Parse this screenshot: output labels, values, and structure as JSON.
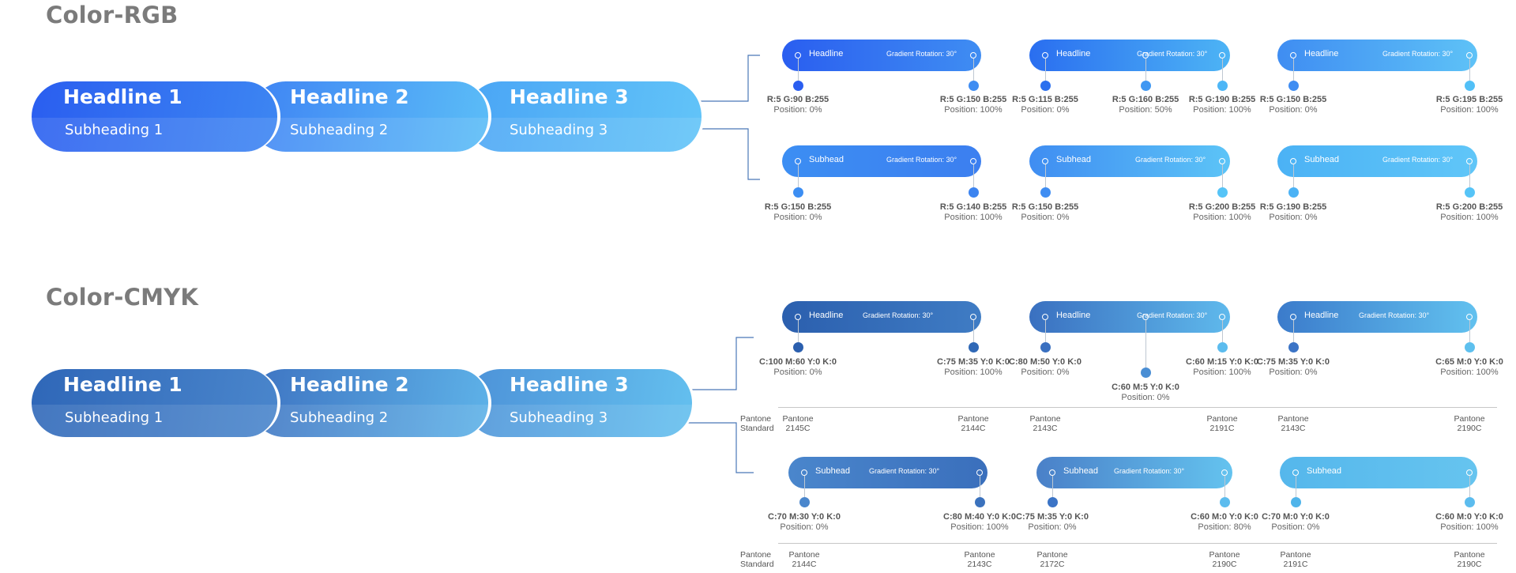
{
  "sections": {
    "rgb_title": "Color-RGB",
    "cmyk_title": "Color-CMYK"
  },
  "rgb_banner": {
    "segments": [
      {
        "headline": "Headline 1",
        "subheading": "Subheading 1",
        "from": "#2a5ef0",
        "to": "#3d86f2"
      },
      {
        "headline": "Headline 2",
        "subheading": "Subheading 2",
        "from": "#3f84f4",
        "to": "#5bbdf7"
      },
      {
        "headline": "Headline 3",
        "subheading": "Subheading 3",
        "from": "#4aa5f5",
        "to": "#62c4f8"
      }
    ]
  },
  "cmyk_banner": {
    "segments": [
      {
        "headline": "Headline 1",
        "subheading": "Subheading 1",
        "from": "#2f67b8",
        "to": "#4a86cc"
      },
      {
        "headline": "Headline 2",
        "subheading": "Subheading 2",
        "from": "#3e74c2",
        "to": "#5eb2e8"
      },
      {
        "headline": "Headline 3",
        "subheading": "Subheading 3",
        "from": "#4d92d8",
        "to": "#64c0ef"
      }
    ]
  },
  "labels": {
    "headline": "Headline",
    "subhead": "Subhead",
    "gradient_rotation": "Gradient Rotation: 30°",
    "pantone_standard": "Pantone\nStandard"
  },
  "rgb_headline": [
    {
      "show_rot": true,
      "colors": [
        "#2a5ef0",
        "#3f8df2"
      ],
      "stops": [
        {
          "value": "R:5  G:90  B:255",
          "position": "Position: 0%",
          "color": "#2a5ef0"
        },
        {
          "value": "R:5  G:150  B:255",
          "position": "Position: 100%",
          "color": "#3f8df2"
        }
      ]
    },
    {
      "show_rot": true,
      "colors": [
        "#2a6ef0",
        "#4db4f5"
      ],
      "stops": [
        {
          "value": "R:5  G:115  B:255",
          "position": "Position: 0%",
          "color": "#2c70ee"
        },
        {
          "value": "R:5  G:160  B:255",
          "position": "Position: 50%",
          "color": "#3f97f2"
        },
        {
          "value": "R:5  G:190  B:255",
          "position": "Position: 100%",
          "color": "#4db6f6"
        }
      ]
    },
    {
      "show_rot": true,
      "colors": [
        "#3f8df2",
        "#5ec2f7"
      ],
      "stops": [
        {
          "value": "R:5  G:150  B:255",
          "position": "Position: 0%",
          "color": "#3f8df2"
        },
        {
          "value": "R:5  G:195  B:255",
          "position": "Position: 100%",
          "color": "#52c0f7"
        }
      ]
    }
  ],
  "rgb_subhead": [
    {
      "show_rot": true,
      "colors": [
        "#3c8ef3",
        "#3c7ff0"
      ],
      "stops": [
        {
          "value": "R:5  G:150  B:255",
          "position": "Position: 0%",
          "color": "#3c8ef3"
        },
        {
          "value": "R:5  G:140  B:255",
          "position": "Position: 100%",
          "color": "#3c84f0"
        }
      ]
    },
    {
      "show_rot": true,
      "colors": [
        "#3f8df2",
        "#5cc4f7"
      ],
      "stops": [
        {
          "value": "R:5  G:150  B:255",
          "position": "Position: 0%",
          "color": "#3f8df2"
        },
        {
          "value": "R:5  G:200  B:255",
          "position": "Position: 100%",
          "color": "#56c4f7"
        }
      ]
    },
    {
      "show_rot": true,
      "colors": [
        "#4bb2f5",
        "#60c6f8"
      ],
      "stops": [
        {
          "value": "R:5  G:190  B:255",
          "position": "Position: 0%",
          "color": "#4bb2f5"
        },
        {
          "value": "R:5  G:200  B:255",
          "position": "Position: 100%",
          "color": "#56c4f7"
        }
      ]
    }
  ],
  "cmyk_headline": [
    {
      "show_rot": true,
      "colors": [
        "#2b5fae",
        "#3f7cc4"
      ],
      "stops": [
        {
          "value": "C:100  M:60  Y:0  K:0",
          "position": "Position: 0%",
          "pantone": "Pantone\n2145C",
          "color": "#2b5fae"
        },
        {
          "value": "C:75  M:35  Y:0  K:0",
          "position": "Position: 100%",
          "pantone": "Pantone\n2144C",
          "color": "#2f68b6"
        }
      ]
    },
    {
      "show_rot": true,
      "colors": [
        "#3a70c0",
        "#5fb9ec"
      ],
      "stops": [
        {
          "value": "C:80  M:50  Y:0  K:0",
          "position": "Position: 0%",
          "pantone": "Pantone\n2143C",
          "color": "#3a70c0"
        },
        {
          "value": "C:60  M:5  Y:0  K:0",
          "position": "Position: 0%",
          "pantone": "",
          "color": "#4a8ed4"
        },
        {
          "value": "C:60  M:15  Y:0  K:0",
          "position": "Position: 100%",
          "pantone": "Pantone\n2191C",
          "color": "#5cbcee"
        }
      ]
    },
    {
      "show_rot": true,
      "colors": [
        "#3b7bcb",
        "#62c1ef"
      ],
      "stops": [
        {
          "value": "C:75  M:35  Y:0  K:0",
          "position": "Position: 0%",
          "pantone": "Pantone\n2143C",
          "color": "#3b74c6"
        },
        {
          "value": "C:65  M:0  Y:0  K:0",
          "position": "Position: 100%",
          "pantone": "Pantone\n2190C",
          "color": "#5ec0ee"
        }
      ]
    }
  ],
  "cmyk_subhead": [
    {
      "show_rot": true,
      "colors": [
        "#4a86cc",
        "#3a6fbc"
      ],
      "stops": [
        {
          "value": "C:70  M:30  Y:0  K:0",
          "position": "Position: 0%",
          "pantone": "Pantone\n2144C",
          "color": "#4a86cc"
        },
        {
          "value": "C:80  M:40  Y:0  K:0",
          "position": "Position: 100%",
          "pantone": "Pantone\n2143C",
          "color": "#3b72bd"
        }
      ]
    },
    {
      "show_rot": true,
      "colors": [
        "#4a80c8",
        "#64c3ef"
      ],
      "stops": [
        {
          "value": "C:75  M:35  Y:0  K:0",
          "position": "Position: 0%",
          "pantone": "Pantone\n2172C",
          "color": "#3b74c6"
        },
        {
          "value": "C:60  M:0  Y:0  K:0",
          "position": "Position: 80%",
          "pantone": "Pantone\n2190C",
          "color": "#5cbcee"
        }
      ]
    },
    {
      "show_rot": false,
      "colors": [
        "#55b7ec",
        "#66c4ef"
      ],
      "stops": [
        {
          "value": "C:70  M:0  Y:0  K:0",
          "position": "Position: 0%",
          "pantone": "Pantone\n2191C",
          "color": "#4fb4ea"
        },
        {
          "value": "C:60  M:0  Y:0  K:0",
          "position": "Position: 100%",
          "pantone": "Pantone\n2190C",
          "color": "#5cbcee"
        }
      ]
    }
  ]
}
